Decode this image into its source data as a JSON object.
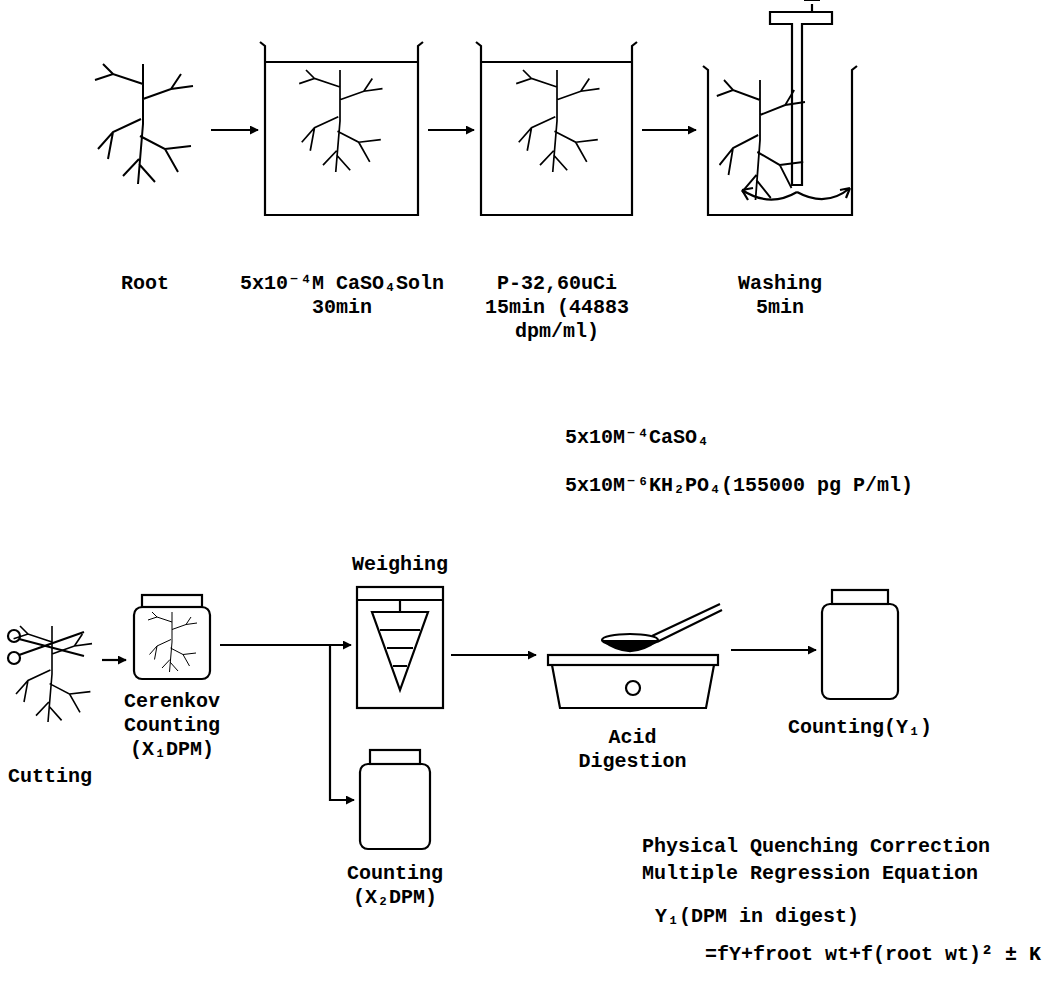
{
  "diagram": {
    "nodes": [
      {
        "text": [
          "Root"
        ]
      },
      {
        "text": [
          "5x10⁻⁴M CaSO₄Soln 30min"
        ]
      },
      {
        "text": [
          "P-32,60uCi 15min (44883 dpm/ml)"
        ]
      },
      {
        "text": [
          "Washing 5min"
        ]
      },
      {
        "text": [
          "Cutting"
        ]
      },
      {
        "text": [
          "Cerenkov Counting (X₁DPM)"
        ]
      },
      {
        "text": [
          "Weighing"
        ]
      },
      {
        "text": [
          "Acid Digestion"
        ]
      },
      {
        "text": [
          "Counting(Y₁)"
        ]
      },
      {
        "text": [
          "Counting (X₂DPM)"
        ]
      }
    ],
    "edges": [
      {
        "from": 0,
        "to": 1,
        "arrow": "to"
      },
      {
        "from": 1,
        "to": 2,
        "arrow": "to"
      },
      {
        "from": 2,
        "to": 3,
        "arrow": "to"
      },
      {
        "from": 4,
        "to": 5,
        "arrow": "to"
      },
      {
        "from": 5,
        "to": 6,
        "arrow": "to"
      },
      {
        "from": 5,
        "to": 9,
        "arrow": "to"
      },
      {
        "from": 6,
        "to": 7,
        "arrow": "to"
      },
      {
        "from": 7,
        "to": 8,
        "arrow": "to"
      }
    ],
    "labels": [
      "5x10M⁻⁴CaSO₄",
      "5x10M⁻⁶KH₂PO₄(155000 pg P/ml)",
      "Physical Quenching Correction",
      "Multiple Regression Equation",
      "Y₁(DPM in digest)",
      "=fY+froot wt+f(root wt)² ± K"
    ]
  }
}
